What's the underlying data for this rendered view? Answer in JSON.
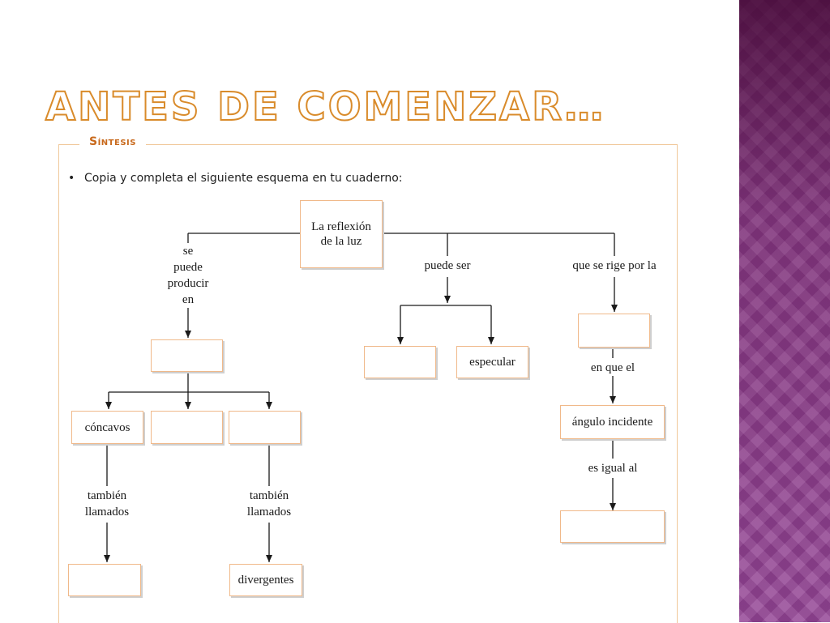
{
  "slide": {
    "title": "ANTES DE COMENZAR…",
    "section_label": "Síntesis",
    "instruction_bullet": "•",
    "instruction": "Copia y completa el siguiente esquema en tu cuaderno:",
    "accent_color": "#d98b2b",
    "side_band_color": "#8a3f8c"
  },
  "diagram": {
    "root": "La reflexión de la luz",
    "branch_left_label": "se\npuede\nproducir\nen",
    "branch_middle_label": "puede ser",
    "branch_right_label": "que se rige por la",
    "left_box": "",
    "concave": "cóncavos",
    "middle_blank": "",
    "right_blank_mirror": "",
    "also_called_left": "también\nllamados",
    "also_called_right": "también\nllamados",
    "bottom_left_blank": "",
    "divergent": "divergentes",
    "type_blank": "",
    "specular": "especular",
    "law_blank": "",
    "in_which": "en que el",
    "incident_angle": "ángulo incidente",
    "equals": "es igual al",
    "final_blank": ""
  }
}
